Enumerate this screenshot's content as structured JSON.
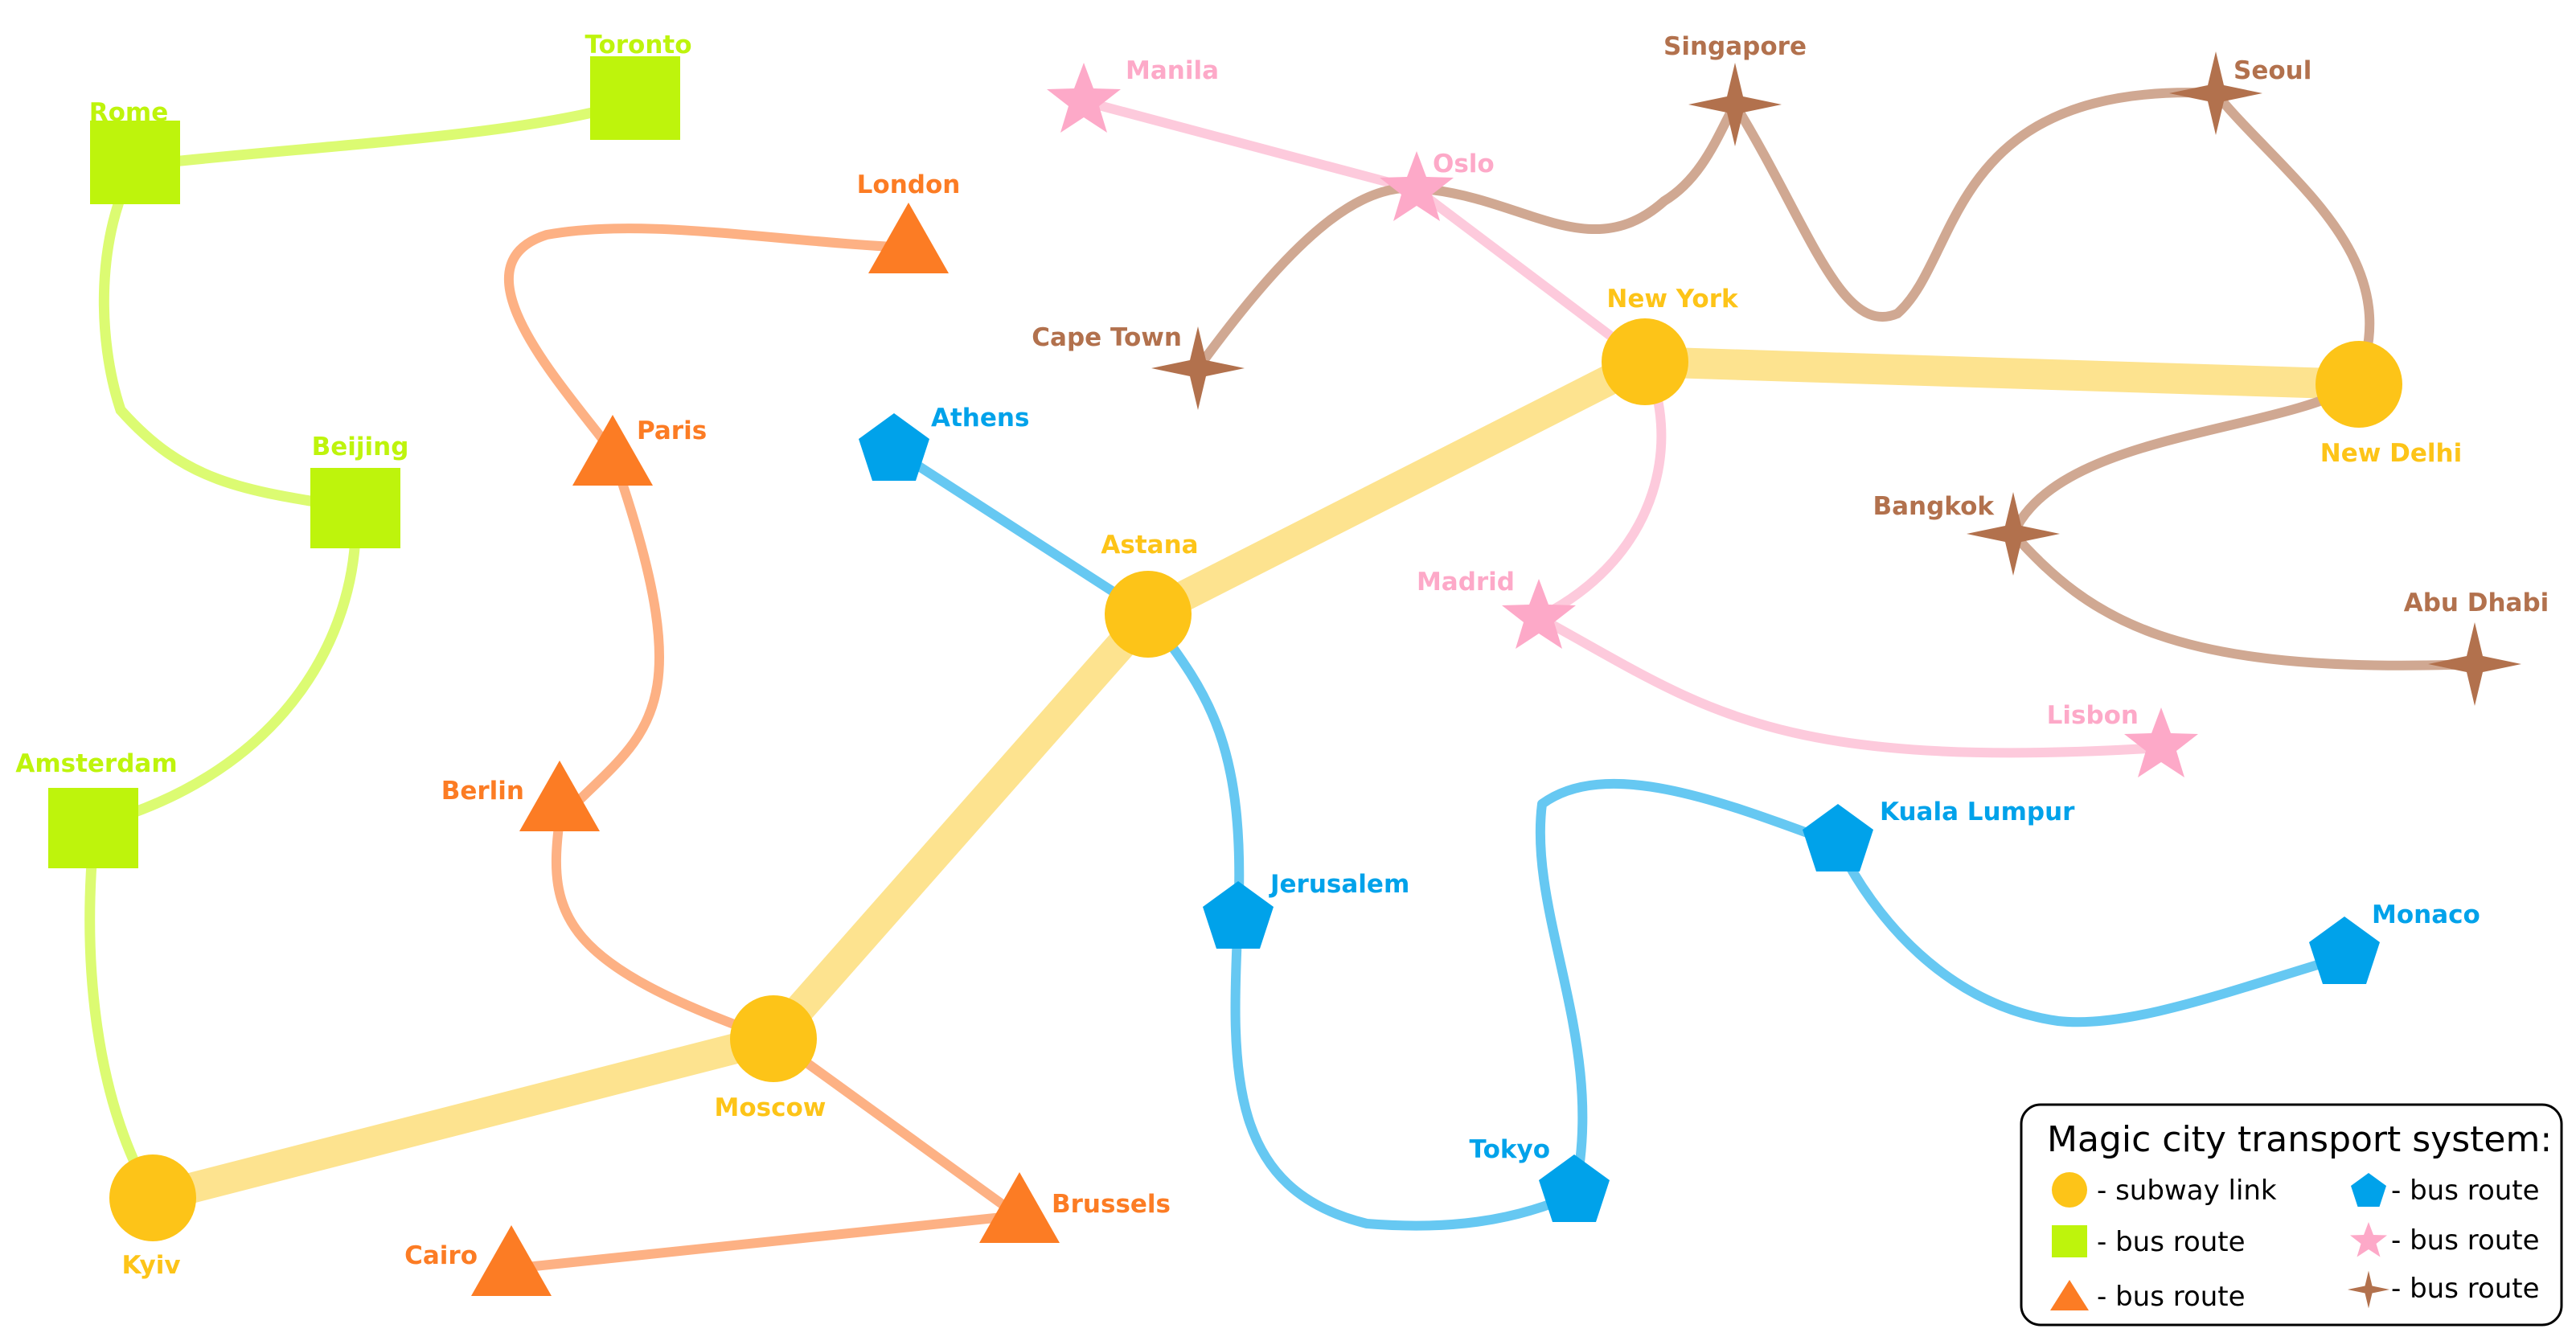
{
  "colors": {
    "subway": "#FDC418",
    "subway_line": "#FDE38F",
    "green": "#BEF40C",
    "green_line": "#DCFB72",
    "orange": "#FC7C24",
    "orange_line": "#FDB184",
    "blue": "#00A2EA",
    "blue_line": "#66C8F2",
    "pink": "#FDA9C8",
    "pink_line": "#FDCADC",
    "brown": "#B2714D",
    "brown_line": "#D0A892"
  },
  "stations": {
    "kyiv": "Kyiv",
    "moscow": "Moscow",
    "astana": "Astana",
    "new_york": "New York",
    "new_delhi": "New Delhi",
    "rome": "Rome",
    "toronto": "Toronto",
    "beijing": "Beijing",
    "amsterdam": "Amsterdam",
    "london": "London",
    "paris": "Paris",
    "berlin": "Berlin",
    "brussels": "Brussels",
    "cairo": "Cairo",
    "athens": "Athens",
    "jerusalem": "Jerusalem",
    "tokyo": "Tokyo",
    "kuala_lumpur": "Kuala Lumpur",
    "monaco": "Monaco",
    "manila": "Manila",
    "oslo": "Oslo",
    "madrid": "Madrid",
    "lisbon": "Lisbon",
    "singapore": "Singapore",
    "seoul": "Seoul",
    "cape_town": "Cape Town",
    "bangkok": "Bangkok",
    "abu_dhabi": "Abu Dhabi"
  },
  "legend": {
    "title": "Magic city transport system:",
    "subway": "- subway link",
    "green_bus": "- bus route",
    "orange_bus": "- bus route",
    "blue_bus": "- bus route",
    "pink_bus": "- bus route",
    "brown_bus": "- bus route"
  }
}
